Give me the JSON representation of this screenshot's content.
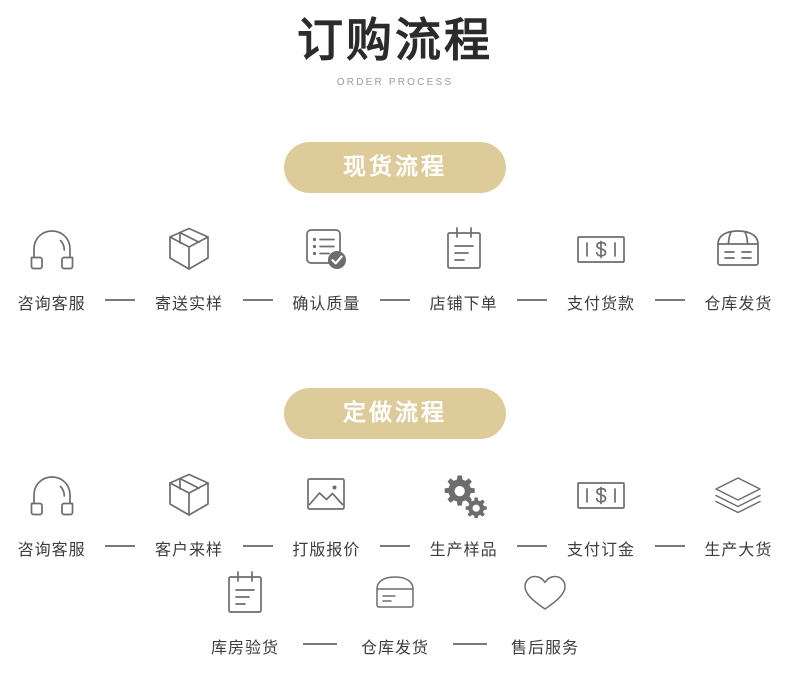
{
  "header": {
    "title": "订购流程",
    "subtitle": "ORDER PROCESS"
  },
  "theme": {
    "badge_background": "#ddcb9a",
    "badge_text": "#ffffff",
    "title_color": "#2b2b2b",
    "subtitle_color": "#9c9c9c",
    "icon_color": "#6d6d6d",
    "label_color": "#3d3d3d",
    "connector_color": "#7a7a7a",
    "page_background": "#ffffff"
  },
  "sections": [
    {
      "badge": "现货流程",
      "rows": [
        {
          "steps": [
            {
              "label": "咨询客服",
              "icon": "headset-icon"
            },
            {
              "label": "寄送实样",
              "icon": "box-3d-icon"
            },
            {
              "label": "确认质量",
              "icon": "document-check-icon"
            },
            {
              "label": "店铺下单",
              "icon": "notepad-icon"
            },
            {
              "label": "支付货款",
              "icon": "banknote-icon"
            },
            {
              "label": "仓库发货",
              "icon": "storage-box-icon"
            }
          ]
        }
      ]
    },
    {
      "badge": "定做流程",
      "rows": [
        {
          "steps": [
            {
              "label": "咨询客服",
              "icon": "headset-icon"
            },
            {
              "label": "客户来样",
              "icon": "box-3d-icon"
            },
            {
              "label": "打版报价",
              "icon": "image-icon"
            },
            {
              "label": "生产样品",
              "icon": "gears-icon"
            },
            {
              "label": "支付订金",
              "icon": "banknote-icon"
            },
            {
              "label": "生产大货",
              "icon": "layers-icon"
            }
          ]
        },
        {
          "steps": [
            {
              "label": "库房验货",
              "icon": "notepad-icon"
            },
            {
              "label": "仓库发货",
              "icon": "package-icon"
            },
            {
              "label": "售后服务",
              "icon": "heart-icon"
            }
          ]
        }
      ]
    }
  ]
}
